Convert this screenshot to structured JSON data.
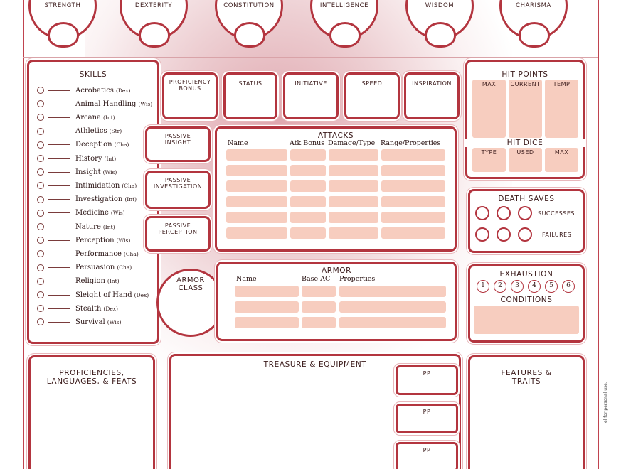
{
  "abilities": [
    {
      "name": "STRENGTH"
    },
    {
      "name": "DEXTERITY"
    },
    {
      "name": "CONSTITUTION"
    },
    {
      "name": "INTELLIGENCE"
    },
    {
      "name": "WISDOM"
    },
    {
      "name": "CHARISMA"
    }
  ],
  "skills": {
    "title": "SKILLS",
    "items": [
      {
        "name": "Acrobatics",
        "ability": "(Dex)"
      },
      {
        "name": "Animal Handling",
        "ability": "(Wis)"
      },
      {
        "name": "Arcana",
        "ability": "(Int)"
      },
      {
        "name": "Athletics",
        "ability": "(Str)"
      },
      {
        "name": "Deception",
        "ability": "(Cha)"
      },
      {
        "name": "History",
        "ability": "(Int)"
      },
      {
        "name": "Insight",
        "ability": "(Wis)"
      },
      {
        "name": "Intimidation",
        "ability": "(Cha)"
      },
      {
        "name": "Investigation",
        "ability": "(Int)"
      },
      {
        "name": "Medicine",
        "ability": "(Wis)"
      },
      {
        "name": "Nature",
        "ability": "(Int)"
      },
      {
        "name": "Perception",
        "ability": "(Wis)"
      },
      {
        "name": "Performance",
        "ability": "(Cha)"
      },
      {
        "name": "Persuasion",
        "ability": "(Cha)"
      },
      {
        "name": "Religion",
        "ability": "(Int)"
      },
      {
        "name": "Sleight of Hand",
        "ability": "(Dex)"
      },
      {
        "name": "Stealth",
        "ability": "(Dex)"
      },
      {
        "name": "Survival",
        "ability": "(Wis)"
      }
    ]
  },
  "stat_boxes": {
    "proficiency_bonus": "PROFICIENCY BONUS",
    "status": "STATUS",
    "initiative": "INITIATIVE",
    "speed": "SPEED",
    "inspiration": "INSPIRATION"
  },
  "passives": {
    "insight": "PASSIVE INSIGHT",
    "investigation": "PASSIVE INVESTIGATION",
    "perception": "PASSIVE PERCEPTION"
  },
  "attacks": {
    "title": "ATTACKS",
    "headers": [
      "Name",
      "Atk Bonus",
      "Damage/Type",
      "Range/Properties"
    ]
  },
  "armor_class": "ARMOR CLASS",
  "armor": {
    "title": "ARMOR",
    "headers": [
      "Name",
      "Base AC",
      "Properties"
    ]
  },
  "hit_points": {
    "title": "HIT POINTS",
    "max": "MAX",
    "current": "CURRENT",
    "temp": "TEMP"
  },
  "hit_dice": {
    "title": "HIT DICE",
    "type": "TYPE",
    "used": "USED",
    "max": "MAX"
  },
  "death_saves": {
    "title": "DEATH SAVES",
    "successes": "SUCCESSES",
    "failures": "FAILURES"
  },
  "exhaustion": {
    "title": "EXHAUSTION",
    "levels": [
      "1",
      "2",
      "3",
      "4",
      "5",
      "6"
    ],
    "conditions": "CONDITIONS"
  },
  "proficiencies": "PROFICIENCIES, LANGUAGES, & FEATS",
  "treasure": {
    "title": "TREASURE & EQUIPMENT",
    "coins": [
      "PP",
      "PP",
      "PP"
    ]
  },
  "features": "FEATURES & TRAITS",
  "side_note": "el for personal use.",
  "colors": {
    "border": "#b3353f",
    "peach": "#f7cdbf",
    "wash": "#c45a68"
  }
}
